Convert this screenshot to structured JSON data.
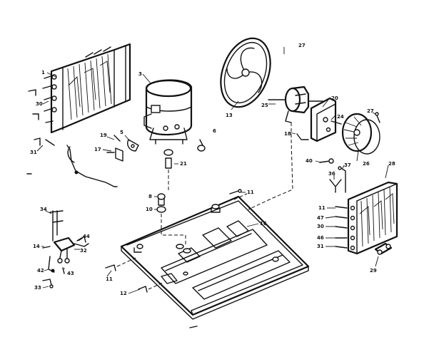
{
  "labels": [
    {
      "key": "L1",
      "text": "1"
    },
    {
      "key": "L2",
      "text": "3"
    },
    {
      "key": "L3",
      "text": "27"
    },
    {
      "key": "L4",
      "text": "13"
    },
    {
      "key": "L5",
      "text": "25"
    },
    {
      "key": "L6",
      "text": "20"
    },
    {
      "key": "L7",
      "text": "24"
    },
    {
      "key": "L8",
      "text": "27"
    },
    {
      "key": "L9",
      "text": "18"
    },
    {
      "key": "L10",
      "text": "26"
    },
    {
      "key": "L11",
      "text": "30"
    },
    {
      "key": "L12",
      "text": "31"
    },
    {
      "key": "L13",
      "text": "19"
    },
    {
      "key": "L14",
      "text": "17"
    },
    {
      "key": "L15",
      "text": "5"
    },
    {
      "key": "L16",
      "text": "6"
    },
    {
      "key": "L17",
      "text": "21"
    },
    {
      "key": "L18",
      "text": "40"
    },
    {
      "key": "L19",
      "text": "37"
    },
    {
      "key": "L20",
      "text": "36"
    },
    {
      "key": "L21",
      "text": "28"
    },
    {
      "key": "L22",
      "text": "8"
    },
    {
      "key": "L23",
      "text": "10"
    },
    {
      "key": "L24",
      "text": "11"
    },
    {
      "key": "L25",
      "text": "16"
    },
    {
      "key": "L26",
      "text": "11"
    },
    {
      "key": "L27",
      "text": "47"
    },
    {
      "key": "L28",
      "text": "30"
    },
    {
      "key": "L29",
      "text": "46"
    },
    {
      "key": "L30",
      "text": "31"
    },
    {
      "key": "L31",
      "text": "29"
    },
    {
      "key": "L32",
      "text": "34"
    },
    {
      "key": "L33",
      "text": "14"
    },
    {
      "key": "L34",
      "text": "44"
    },
    {
      "key": "L35",
      "text": "32"
    },
    {
      "key": "L36",
      "text": "43"
    },
    {
      "key": "L37",
      "text": "42"
    },
    {
      "key": "L38",
      "text": "33"
    },
    {
      "key": "L39",
      "text": "11"
    },
    {
      "key": "L40",
      "text": "12"
    }
  ]
}
